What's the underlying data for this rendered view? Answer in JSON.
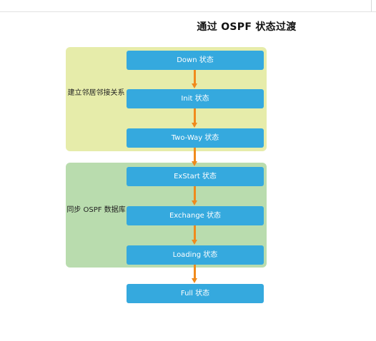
{
  "title": "通过 OSPF 状态过渡",
  "groups": [
    {
      "label": "建立邻居邻接关系",
      "color": "#e6ecaa"
    },
    {
      "label": "同步 OSPF 数据库",
      "color": "#b9dcae"
    }
  ],
  "states": [
    {
      "label": "Down 状态"
    },
    {
      "label": "Init 状态"
    },
    {
      "label": "Two-Way 状态"
    },
    {
      "label": "ExStart 状态"
    },
    {
      "label": "Exchange 状态"
    },
    {
      "label": "Loading 状态"
    },
    {
      "label": "Full 状态"
    }
  ],
  "colors": {
    "state_box": "#35a9de",
    "arrow": "#f08a1c"
  }
}
